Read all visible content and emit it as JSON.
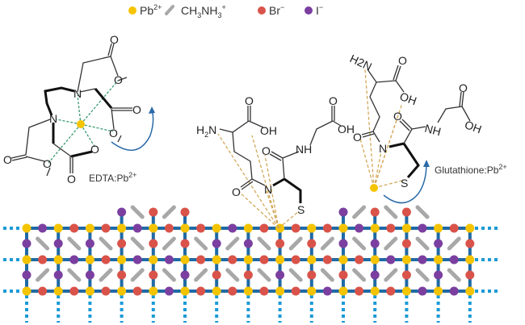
{
  "legend": [
    {
      "symbol": "Pb",
      "charge": "2+",
      "color": "#f5c400",
      "shape": "dot"
    },
    {
      "symbol": "CH",
      "sub1": "3",
      "mid": "NH",
      "sub2": "3",
      "charge": "+",
      "color": "#a8a8a8",
      "shape": "bar"
    },
    {
      "symbol": "Br",
      "charge": "−",
      "color": "#d9534a",
      "shape": "dot"
    },
    {
      "symbol": "I",
      "charge": "−",
      "color": "#7b3fa0",
      "shape": "dot"
    }
  ],
  "colors": {
    "lattice": "#1f6aa5",
    "lattice_dots": "#1a9ad6",
    "coordination_edta": "#3a9a70",
    "coordination_gsh": "#d2a95a",
    "arrow": "#2a6aa8"
  },
  "edta": {
    "label": "EDTA:Pb",
    "label_charge": "2+",
    "atoms": {
      "n1": "N",
      "n2": "N",
      "o": "O"
    }
  },
  "glutathione_surface": {
    "atoms": {
      "h2n_h": "H",
      "h2n_2": "2",
      "h2n_n": "N",
      "oh": "OH",
      "o": "O",
      "n": "N",
      "nh": "NH",
      "s": "S",
      "oh2": "OH"
    }
  },
  "glutathione_complex": {
    "label": "Glutathione:Pb",
    "label_charge": "2+",
    "atoms": {
      "h2n": "H2N",
      "oh": "OH",
      "o": "O",
      "n": "N",
      "nh": "NH",
      "s": "S"
    }
  }
}
